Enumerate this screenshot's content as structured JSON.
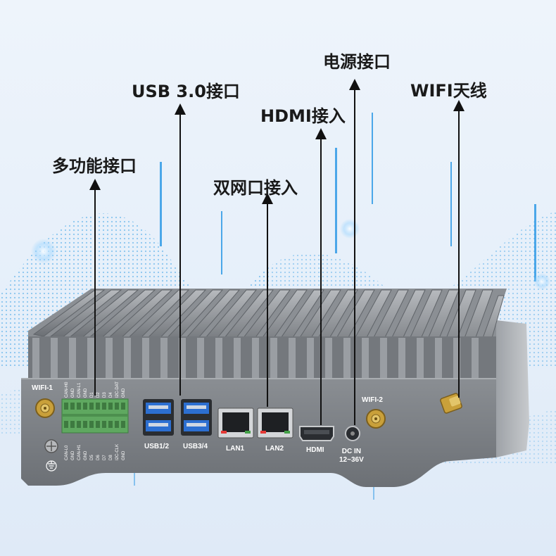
{
  "callouts": {
    "power": "电源接口",
    "usb": "USB 3.0接口",
    "wifi": "WIFI天线",
    "hdmi": "HDMI接入",
    "multifunction": "多功能接口",
    "dual_lan": "双网口接入"
  },
  "ports": {
    "wifi1": "WIFI-1",
    "wifi2": "WIFI-2",
    "usb12": "USB1/2",
    "usb34": "USB3/4",
    "lan1": "LAN1",
    "lan2": "LAN2",
    "hdmi": "HDMI",
    "dcin_line1": "DC IN",
    "dcin_line2": "12~36V"
  },
  "terminal_pins": {
    "top": [
      "CAN-H0",
      "GND",
      "CAN-L1",
      "GND",
      "D1",
      "D2",
      "D3",
      "D4",
      "I2C-DAT",
      "GND"
    ],
    "bottom": [
      "CAN-L0",
      "GND",
      "CAN-H1",
      "GND",
      "D5",
      "D6",
      "D7",
      "D8",
      "I2C-CLK",
      "GND"
    ]
  },
  "colors": {
    "arrow": "#111111",
    "chassis": "#7b7f85",
    "terminal_block": "#5fa860",
    "usb_blue": "#2c6fd1",
    "background": "#e7f0fa",
    "dots": "#3ea3e6"
  }
}
